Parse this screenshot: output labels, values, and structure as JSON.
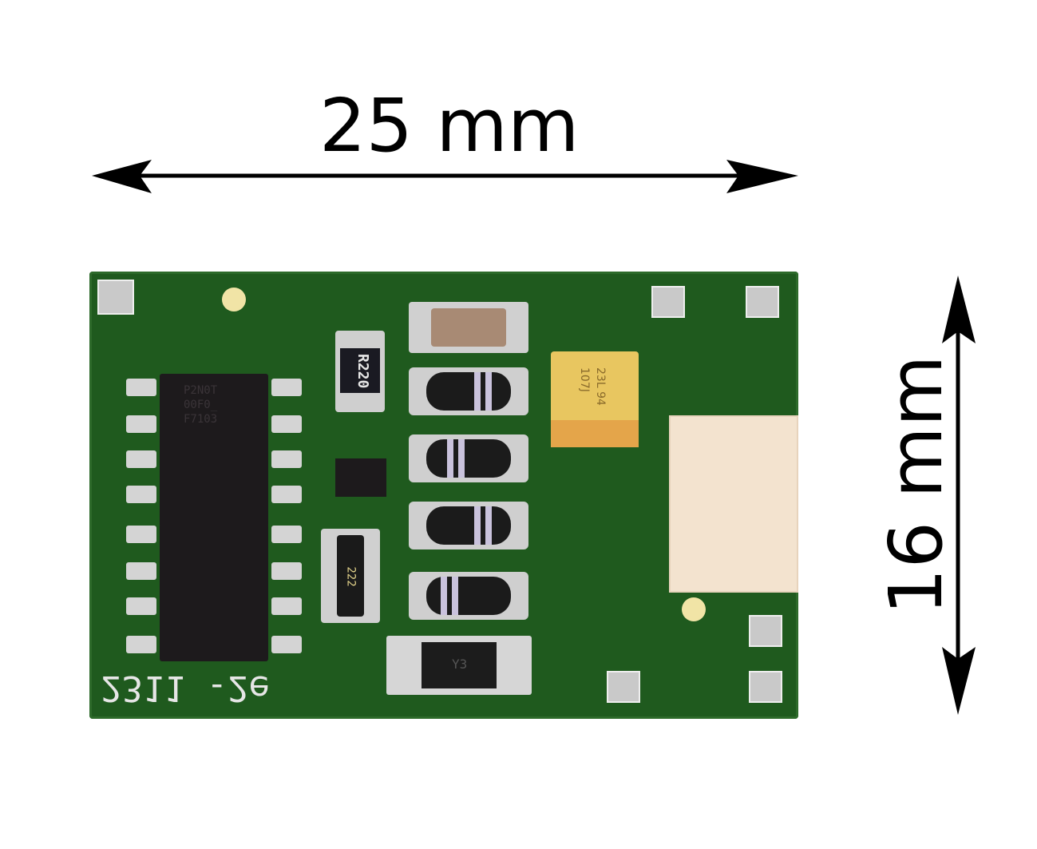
{
  "dimensions": {
    "width_label": "25 mm",
    "height_label": "16 mm"
  },
  "board": {
    "silkscreen_text": "2311 -2e",
    "resistor_marking": "R220",
    "resistor_array_marking": "222",
    "tantalum_cap_marking_line1": "107J",
    "tantalum_cap_marking_line2": "23L 94",
    "chip1_marking_line1": "P2N0T",
    "chip1_marking_line2": "00F0_",
    "chip1_marking_line3": "F7103",
    "diode_marking": "Y3",
    "colors": {
      "pcb": "#1f5a1e",
      "chip": "#1d1a1c",
      "pad": "#c9c9c9",
      "tantalum": "#e8c660",
      "connector": "#f3e3cf"
    }
  }
}
